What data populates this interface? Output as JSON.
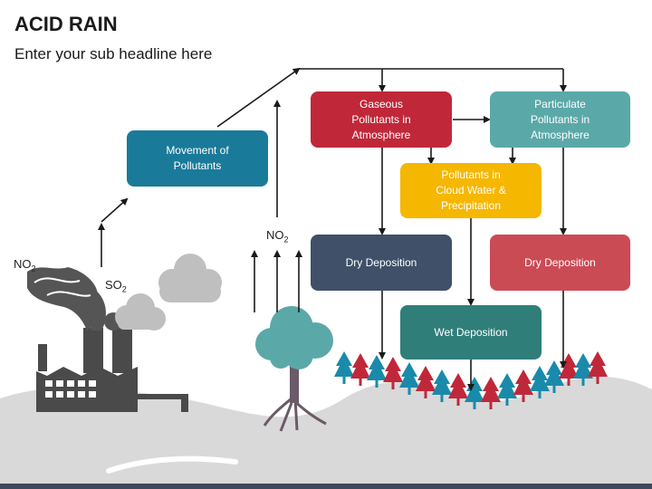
{
  "title": "ACID RAIN",
  "subtitle": "Enter your sub headline here",
  "boxes": {
    "movement": {
      "label": "Movement of\nPollutants",
      "color": "#1a7a9a"
    },
    "gaseous": {
      "label": "Gaseous\nPollutants in\nAtmosphere",
      "color": "#c0283a"
    },
    "particulate": {
      "label": "Particulate\nPollutants in\nAtmosphere",
      "color": "#5aa9a8"
    },
    "cloud_water": {
      "label": "Pollutants in\nCloud Water &\nPrecipitation",
      "color": "#f5b700"
    },
    "dry_left": {
      "label": "Dry Deposition",
      "color": "#3f5068"
    },
    "dry_right": {
      "label": "Dry Deposition",
      "color": "#cb4b55"
    },
    "wet": {
      "label": "Wet Deposition",
      "color": "#2f7e7a"
    }
  },
  "labels": {
    "no2_left": {
      "base": "NO",
      "sub": "2"
    },
    "so2": {
      "base": "SO",
      "sub": "2"
    },
    "no2_tree": {
      "base": "NO",
      "sub": "2"
    }
  },
  "colors": {
    "ground": "#d9d9d9",
    "smoke": "#555555",
    "cloud": "#bfbfbf",
    "factory": "#4a4a4a",
    "tree_crown": "#5aa9a8",
    "trunk": "#6b5a67",
    "tree_red": "#c0283a",
    "tree_blue": "#1a8aaa",
    "arrow": "#1a1a1a"
  }
}
